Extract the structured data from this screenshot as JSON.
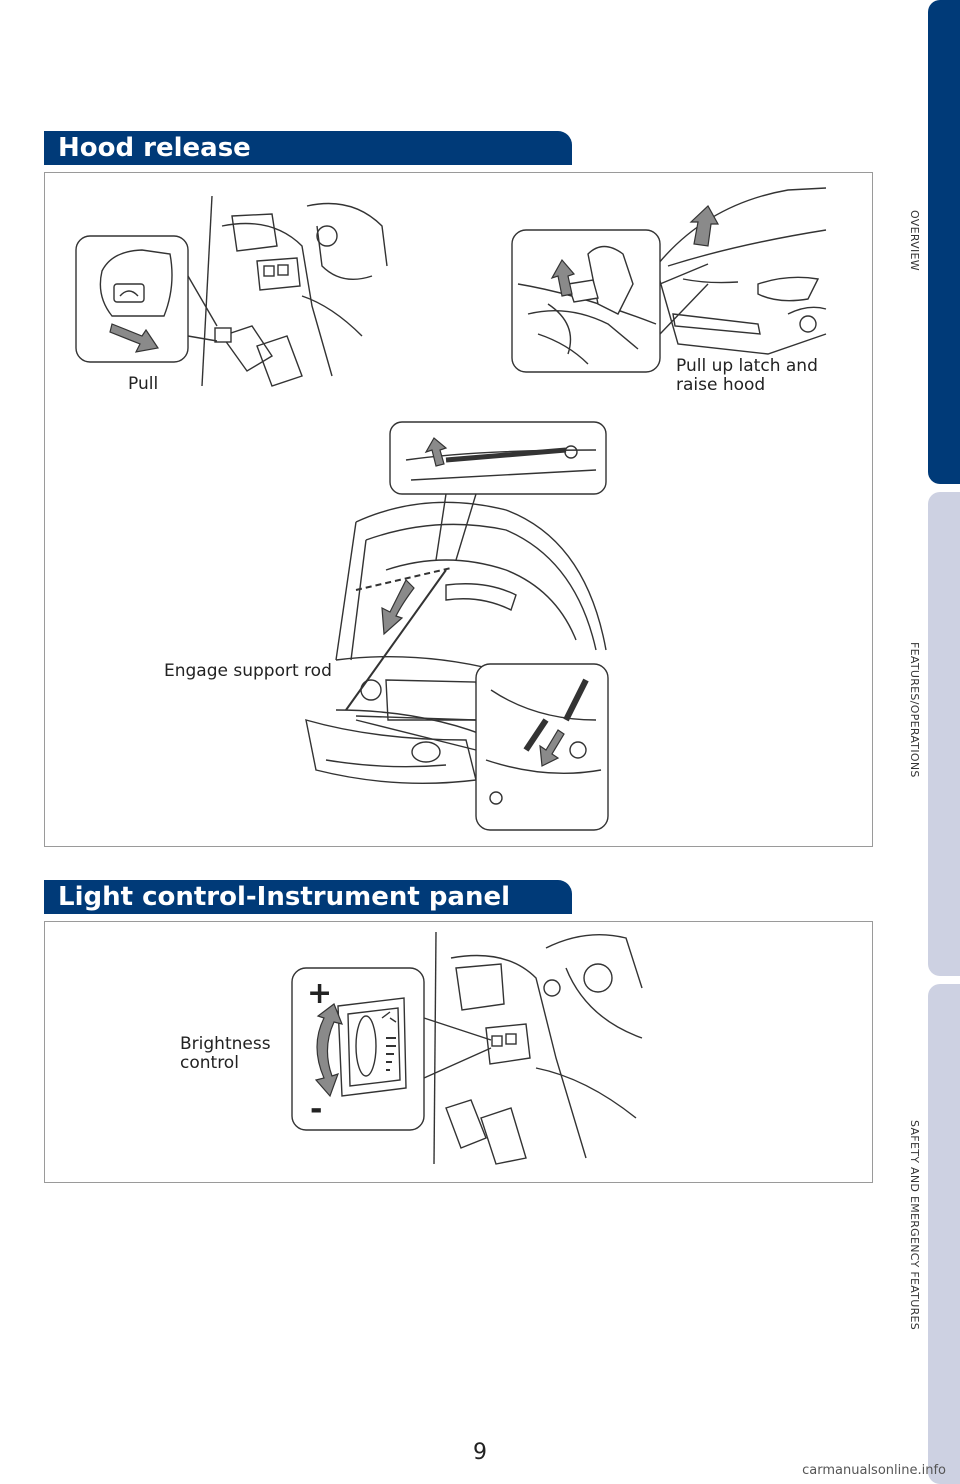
{
  "sections": {
    "hood": {
      "title": "Hood release",
      "labels": {
        "pull": "Pull",
        "latch": "Pull up latch and\nraise hood",
        "support_rod": "Engage support rod"
      }
    },
    "light": {
      "title": "Light control-Instrument panel",
      "labels": {
        "brightness": "Brightness\ncontrol",
        "plus": "+",
        "minus": "-"
      }
    }
  },
  "side_tabs": [
    {
      "label": "OVERVIEW",
      "state": "active",
      "color": "#003a78"
    },
    {
      "label": "FEATURES/OPERATIONS",
      "state": "inactive",
      "color": "#cdd1e2"
    },
    {
      "label": "SAFETY AND EMERGENCY FEATURES",
      "state": "inactive",
      "color": "#cdd1e2"
    }
  ],
  "page_number": "9",
  "watermark": "carmanualsonline.info",
  "colors": {
    "header_blue": "#003a78",
    "tab_inactive": "#cdd1e2"
  }
}
